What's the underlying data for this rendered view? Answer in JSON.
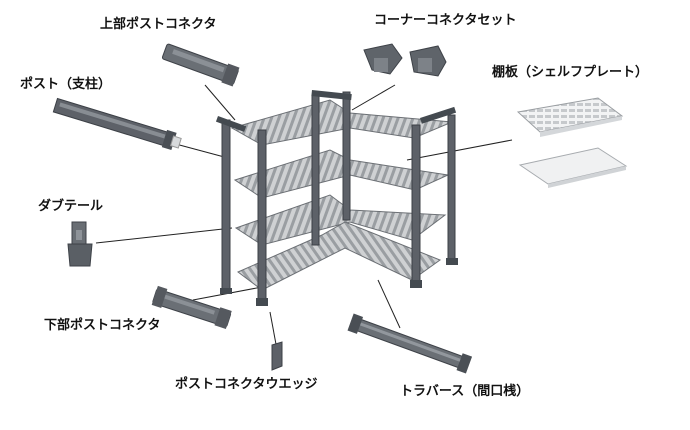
{
  "labels": {
    "upper_post_connector": "上部ポストコネクタ",
    "corner_connector_set": "コーナーコネクタセット",
    "post": "ポスト（支柱）",
    "shelf_plate": "棚板（シェルフプレート）",
    "dovetail": "ダブテール",
    "lower_post_connector": "下部ポストコネクタ",
    "post_connector_wedge": "ポストコネクタウエッジ",
    "traverse": "トラバース（間口桟）"
  },
  "colors": {
    "frame": "#5d6168",
    "frame_dark": "#3c4046",
    "shelf": "#c9cbcd",
    "shelf_slot": "#8f9397",
    "plate_white": "#eef0f2",
    "line": "#222222"
  }
}
